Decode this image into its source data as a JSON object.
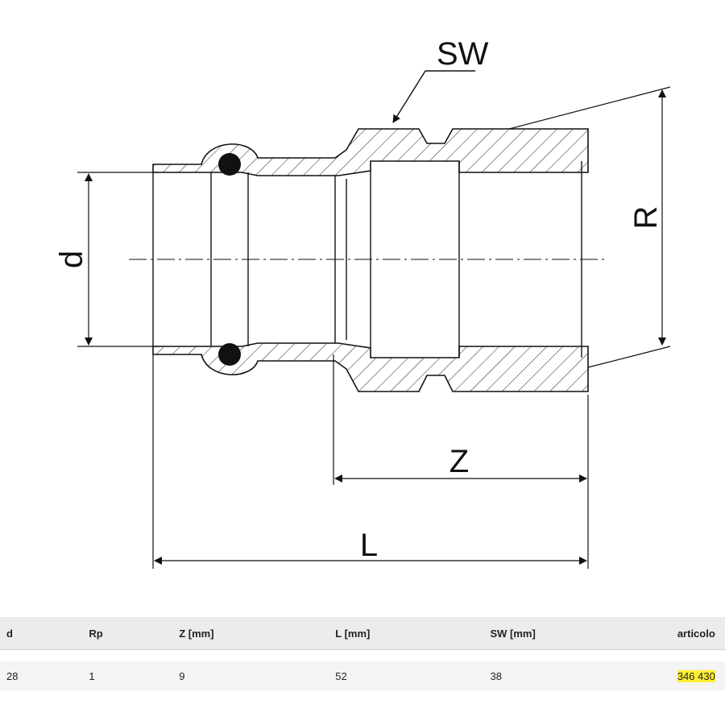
{
  "drawing": {
    "labels": {
      "sw": "SW",
      "d": "d",
      "r": "R",
      "z": "Z",
      "l": "L"
    }
  },
  "table": {
    "headers": [
      "d",
      "Rp",
      "Z [mm]",
      "L [mm]",
      "SW [mm]",
      "articolo"
    ],
    "rows": [
      [
        "28",
        "1",
        "9",
        "52",
        "38",
        "346 430"
      ]
    ],
    "highlight_color": "#ffee33"
  }
}
